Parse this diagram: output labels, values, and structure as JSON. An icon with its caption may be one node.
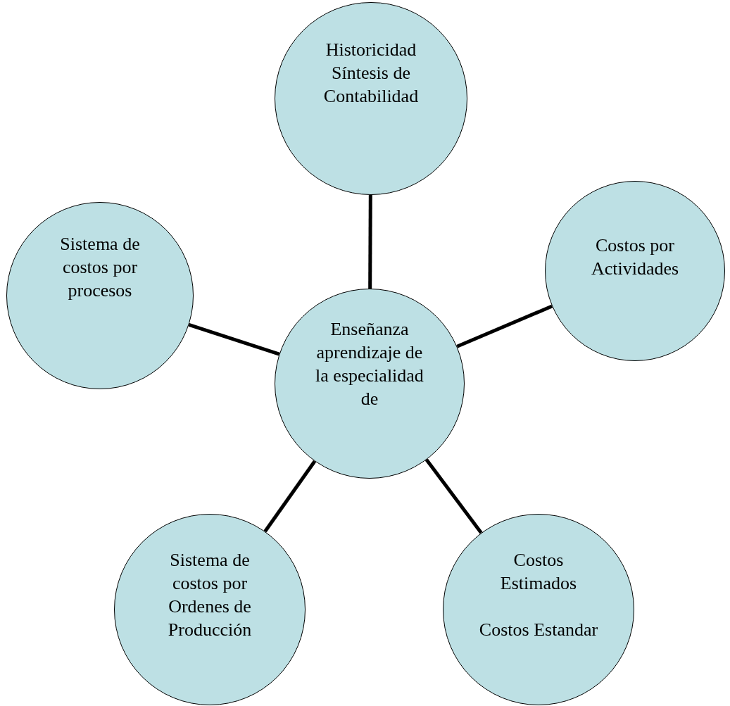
{
  "diagram": {
    "nodes": [
      {
        "text": [
          "Historicidad Síntesis de Contabilidad"
        ]
      },
      {
        "text": [
          "Sistema de costos por procesos"
        ]
      },
      {
        "text": [
          "Costos por Actividades"
        ]
      },
      {
        "text": [
          "Enseñanza aprendizaje de la especialidad de"
        ]
      },
      {
        "text": [
          "Sistema de costos por Ordenes de Producción"
        ]
      },
      {
        "text": [
          "Costos Estimados",
          "Costos Estandar"
        ]
      }
    ],
    "edges": [
      {
        "from": 3,
        "to": 0,
        "arrow": "none"
      },
      {
        "from": 3,
        "to": 1,
        "arrow": "none"
      },
      {
        "from": 3,
        "to": 2,
        "arrow": "none"
      },
      {
        "from": 3,
        "to": 4,
        "arrow": "none"
      },
      {
        "from": 3,
        "to": 5,
        "arrow": "none"
      }
    ]
  }
}
